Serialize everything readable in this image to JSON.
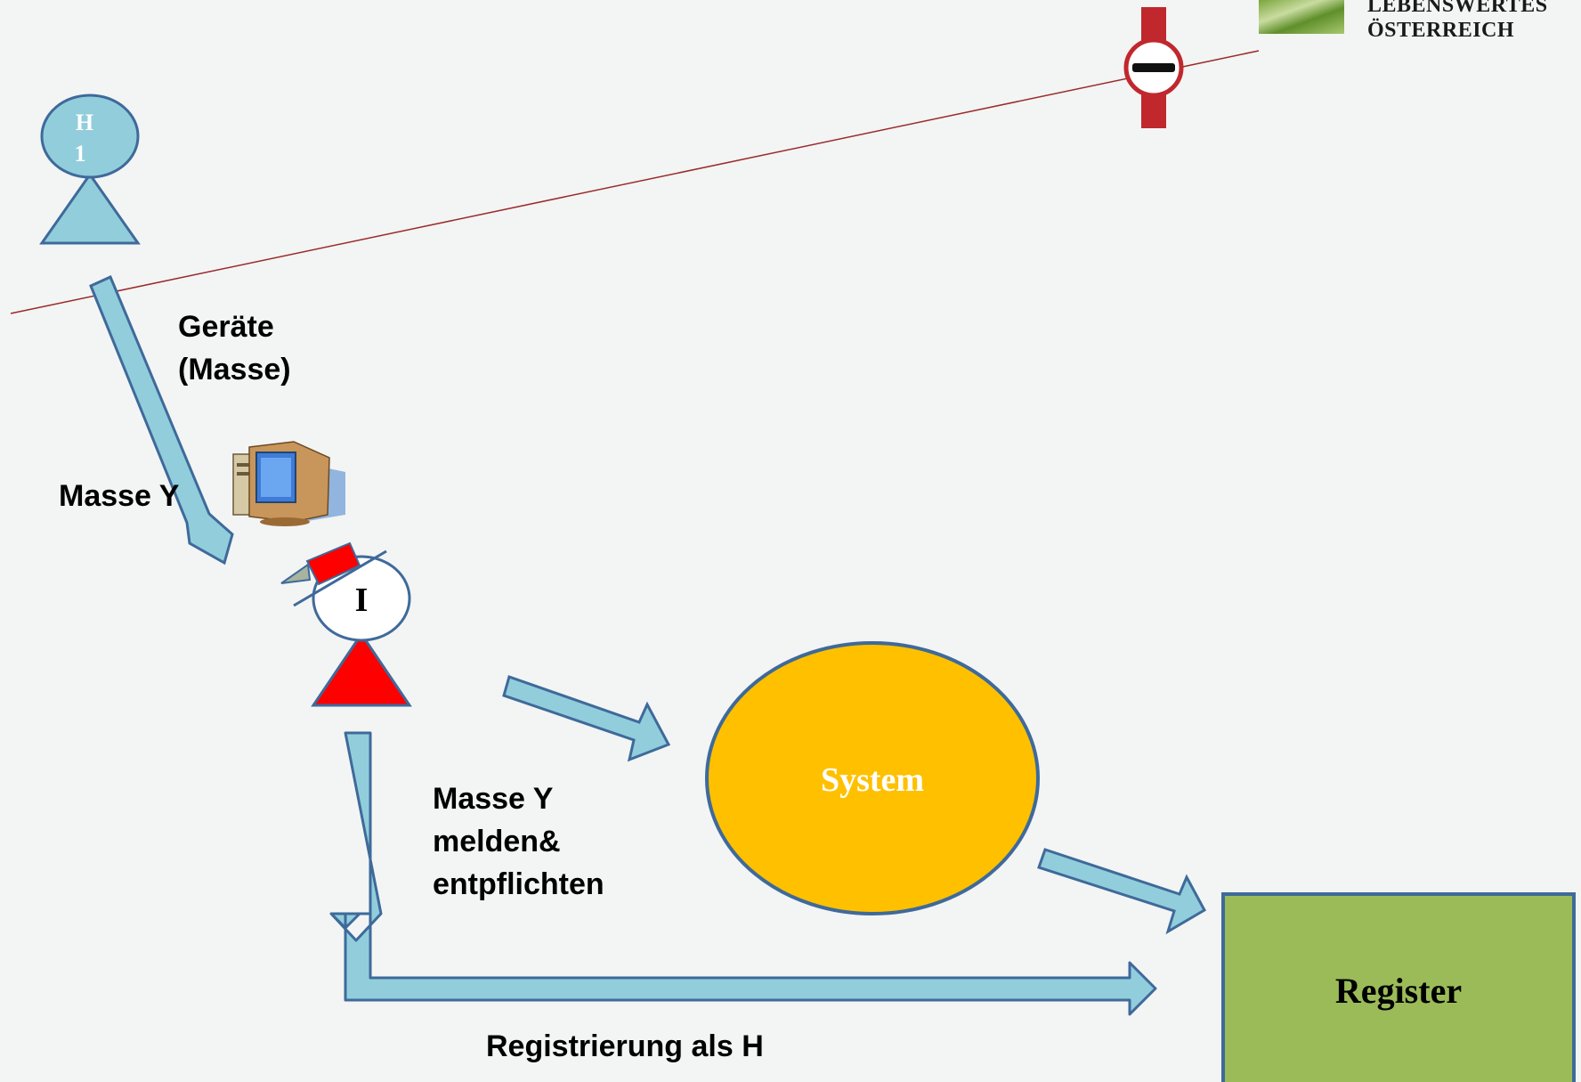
{
  "logo": {
    "line1": "LEBENSWERTES",
    "line2": "ÖSTERREICH"
  },
  "actors": {
    "h1": {
      "line1": "H",
      "line2": "1"
    },
    "i": {
      "label": "I"
    }
  },
  "labels": {
    "geraete_line1": "Geräte",
    "geraete_line2": "(Masse)",
    "masse_y": "Masse Y",
    "melden_line1": "Masse Y",
    "melden_line2": "melden&",
    "melden_line3": "entpflichten",
    "registrierung": "Registrierung als H"
  },
  "nodes": {
    "system": "System",
    "register": "Register"
  },
  "colors": {
    "arrow_fill": "#92cddc",
    "arrow_stroke": "#3e6a9a",
    "actor_h1": "#92cddc",
    "actor_i_body": "#ff0000",
    "system_fill": "#ffc000",
    "register_fill": "#9bbb59",
    "boundary_line": "#9a2a2a",
    "no_entry_red": "#c0282d"
  },
  "icons": {
    "computer": "computer-icon",
    "no_entry": "no-entry-sign-icon",
    "logo_image": "meadow-photo-icon"
  }
}
